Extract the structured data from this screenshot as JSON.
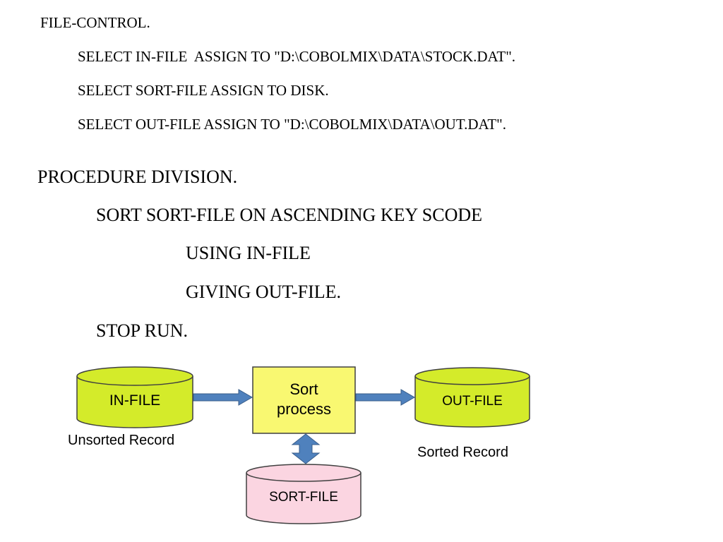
{
  "code": {
    "file_control": "FILE-CONTROL.",
    "select_in": "SELECT IN-FILE  ASSIGN TO \"D:\\COBOLMIX\\DATA\\STOCK.DAT\".",
    "select_sort": "SELECT SORT-FILE ASSIGN TO DISK.",
    "select_out": "SELECT OUT-FILE ASSIGN TO \"D:\\COBOLMIX\\DATA\\OUT.DAT\".",
    "procedure": "PROCEDURE DIVISION.",
    "sort_stmt": "SORT SORT-FILE ON ASCENDING KEY SCODE",
    "using": "USING IN-FILE",
    "giving": "GIVING OUT-FILE.",
    "stop": "STOP RUN."
  },
  "diagram": {
    "in_file": "IN-FILE",
    "sort_process": "Sort process",
    "out_file": "OUT-FILE",
    "sort_file": "SORT-FILE",
    "unsorted_caption": "Unsorted Record",
    "sorted_caption": "Sorted Record",
    "colors": {
      "disk_green": "#d4eb2a",
      "process_yellow": "#f9f871",
      "disk_pink": "#fbd5e1",
      "arrow_blue": "#4f81bd",
      "stroke": "#404040"
    }
  }
}
